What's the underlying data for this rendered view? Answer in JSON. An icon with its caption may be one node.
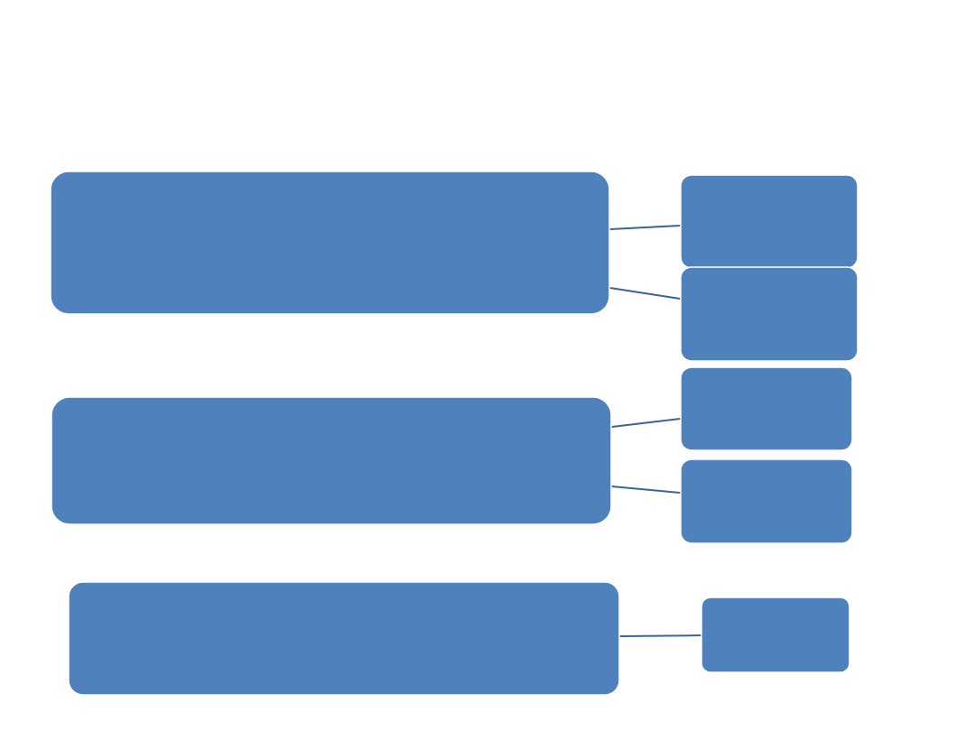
{
  "diagram": {
    "nodes": [
      {
        "text": [],
        "shape": "box"
      },
      {
        "text": [],
        "shape": "box"
      },
      {
        "text": [],
        "shape": "box"
      },
      {
        "text": [],
        "shape": "box"
      },
      {
        "text": [],
        "shape": "box"
      },
      {
        "text": [],
        "shape": "box"
      },
      {
        "text": [],
        "shape": "box"
      },
      {
        "text": [],
        "shape": "box"
      }
    ],
    "edges": [
      {
        "from": 0,
        "to": 1,
        "arrow": "none"
      },
      {
        "from": 0,
        "to": 2,
        "arrow": "none"
      },
      {
        "from": 3,
        "to": 4,
        "arrow": "none"
      },
      {
        "from": 3,
        "to": 5,
        "arrow": "none"
      },
      {
        "from": 6,
        "to": 7,
        "arrow": "none"
      }
    ]
  }
}
